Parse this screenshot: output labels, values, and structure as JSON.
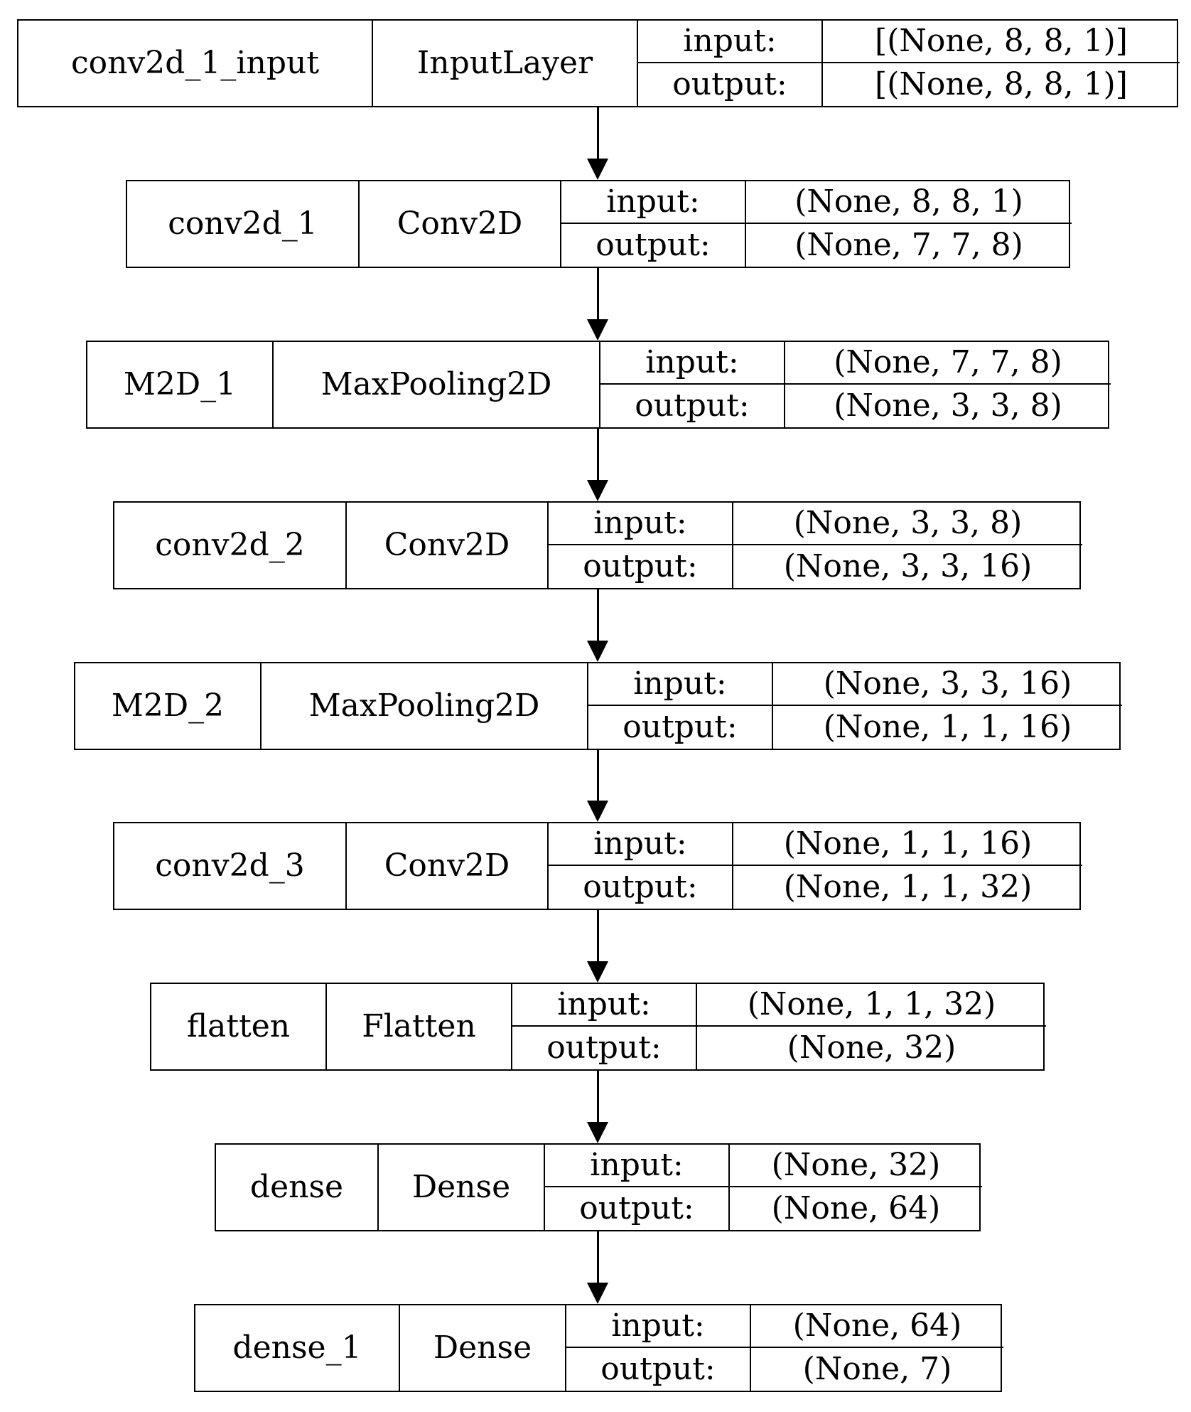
{
  "diagram": {
    "io_labels": {
      "input": "input:",
      "output": "output:"
    },
    "layers": [
      {
        "name": "conv2d_1_input",
        "type": "InputLayer",
        "input_shape": "[(None, 8, 8, 1)]",
        "output_shape": "[(None, 8, 8, 1)]"
      },
      {
        "name": "conv2d_1",
        "type": "Conv2D",
        "input_shape": "(None, 8, 8, 1)",
        "output_shape": "(None, 7, 7, 8)"
      },
      {
        "name": "M2D_1",
        "type": "MaxPooling2D",
        "input_shape": "(None, 7, 7, 8)",
        "output_shape": "(None, 3, 3, 8)"
      },
      {
        "name": "conv2d_2",
        "type": "Conv2D",
        "input_shape": "(None, 3, 3, 8)",
        "output_shape": "(None, 3, 3, 16)"
      },
      {
        "name": "M2D_2",
        "type": "MaxPooling2D",
        "input_shape": "(None, 3, 3, 16)",
        "output_shape": "(None, 1, 1, 16)"
      },
      {
        "name": "conv2d_3",
        "type": "Conv2D",
        "input_shape": "(None, 1, 1, 16)",
        "output_shape": "(None, 1, 1, 32)"
      },
      {
        "name": "flatten",
        "type": "Flatten",
        "input_shape": "(None, 1, 1, 32)",
        "output_shape": "(None, 32)"
      },
      {
        "name": "dense",
        "type": "Dense",
        "input_shape": "(None, 32)",
        "output_shape": "(None, 64)"
      },
      {
        "name": "dense_1",
        "type": "Dense",
        "input_shape": "(None, 64)",
        "output_shape": "(None, 7)"
      }
    ]
  }
}
